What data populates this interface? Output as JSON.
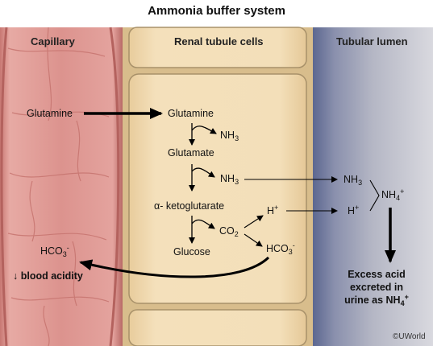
{
  "title": "Ammonia buffer system",
  "headers": {
    "capillary": "Capillary",
    "renal": "Renal tubule cells",
    "lumen": "Tubular lumen"
  },
  "labels": {
    "glutamine_capillary": "Glutamine",
    "glutamine_cell": "Glutamine",
    "nh3_1_base": "NH",
    "nh3_1_sub": "3",
    "glutamate": "Glutamate",
    "nh3_2_base": "NH",
    "nh3_2_sub": "3",
    "alpha_kg": "α- ketoglutarate",
    "hplus_cell_base": "H",
    "hplus_cell_sup": "+",
    "co2_base": "CO",
    "co2_sub": "2",
    "glucose": "Glucose",
    "hco3_cell_base": "HCO",
    "hco3_cell_sub": "3",
    "hco3_cell_sup": "-",
    "hco3_cap_base": "HCO",
    "hco3_cap_sub": "3",
    "hco3_cap_sup": "-",
    "blood_acidity": "↓ blood acidity",
    "nh3_lumen_base": "NH",
    "nh3_lumen_sub": "3",
    "hplus_lumen_base": "H",
    "hplus_lumen_sup": "+",
    "nh4_base": "NH",
    "nh4_sub": "4",
    "nh4_sup": "+",
    "excess_line1": "Excess acid",
    "excess_line2": "excreted in",
    "excess_line3_base": "urine as NH",
    "excess_line3_sub": "4",
    "excess_line3_sup": "+"
  },
  "credit": "©UWorld",
  "colors": {
    "capillary": "#d98a86",
    "capillary_dark": "#b85f5c",
    "cell": "#f0d9b0",
    "cell_border": "#9c8a6c",
    "lumen": "#9aa0b8",
    "arrow": "#000000"
  }
}
